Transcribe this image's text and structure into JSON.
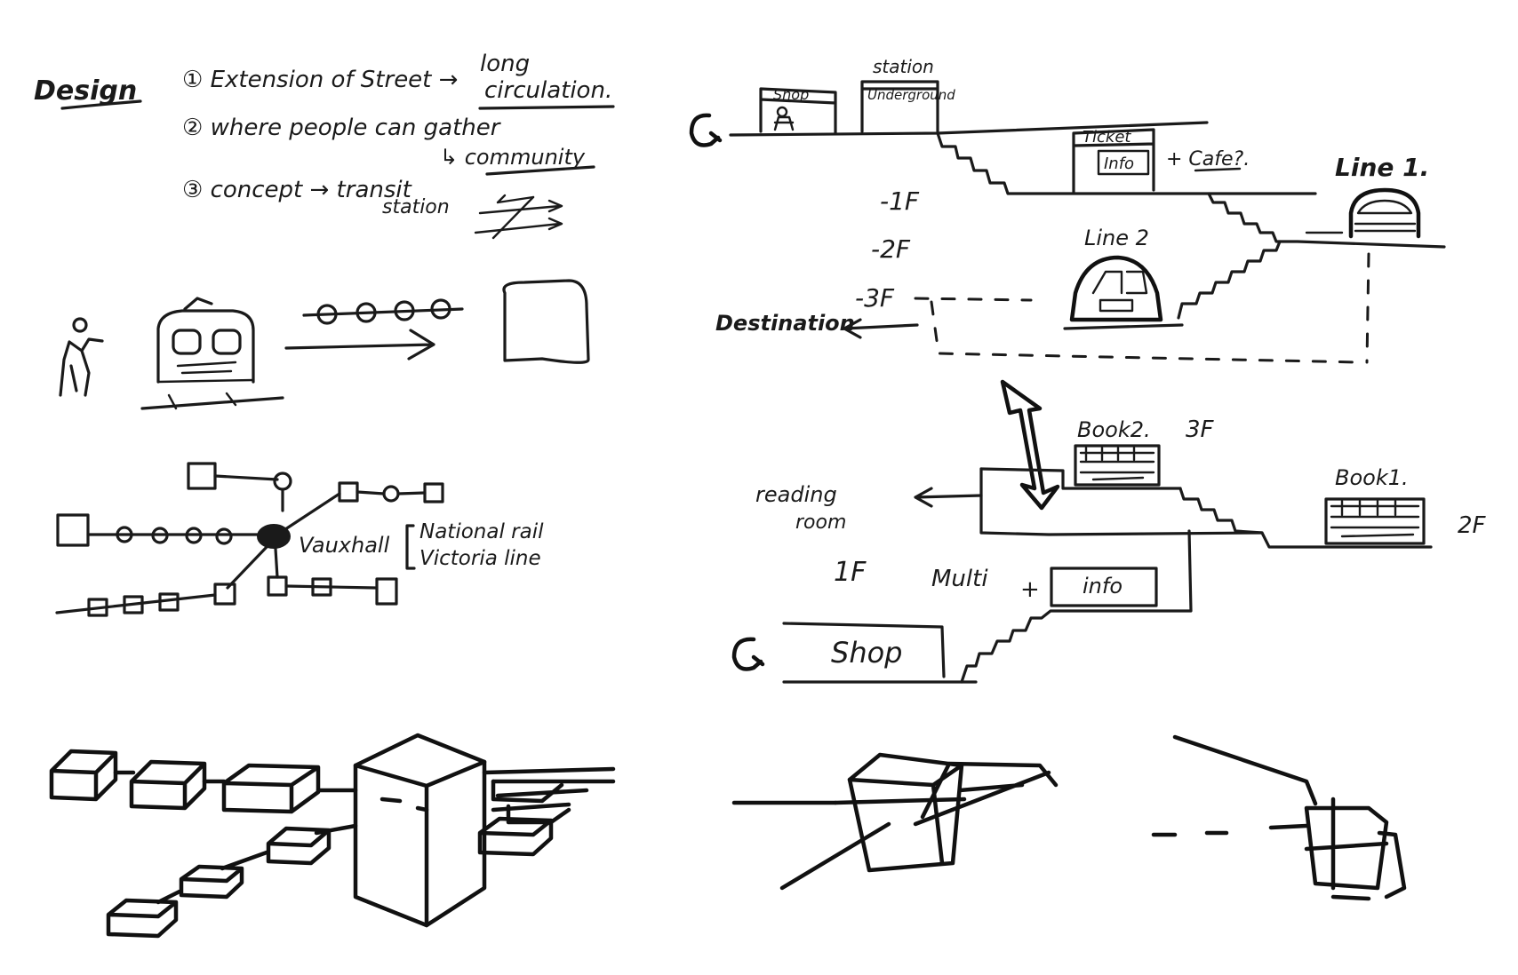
{
  "notes": {
    "design_label": "Design",
    "point1": "① Extension of Street →",
    "point1_result_a": "long",
    "point1_result_b": "circulation.",
    "point2": "② where people can gather",
    "point2_result": "↳ community",
    "point3_a": "③ concept → transit",
    "point3_b": "station"
  },
  "network": {
    "hub_label": "Vauxhall",
    "lines_a": "National rail",
    "lines_b": "Victoria line"
  },
  "section_upper": {
    "shop": "Shop",
    "station": "station",
    "station_box": "Underground",
    "ticket": "Ticket",
    "info": "Info",
    "cafe": "+ Cafe?.",
    "line1": "Line 1.",
    "line2": "Line 2",
    "level_b1": "-1F",
    "level_b2": "-2F",
    "level_b3": "-3F",
    "destination": "Destination"
  },
  "section_lower": {
    "book2": "Book2.",
    "book2_floor": "3F",
    "book1": "Book1.",
    "book1_floor": "2F",
    "reading_a": "reading",
    "reading_b": "room",
    "floor_1f": "1F",
    "multi": "Multi",
    "plus": "+",
    "info": "info",
    "shop": "Shop"
  },
  "colors": {
    "ink": "#1a1a1a",
    "paper": "#ffffff"
  }
}
